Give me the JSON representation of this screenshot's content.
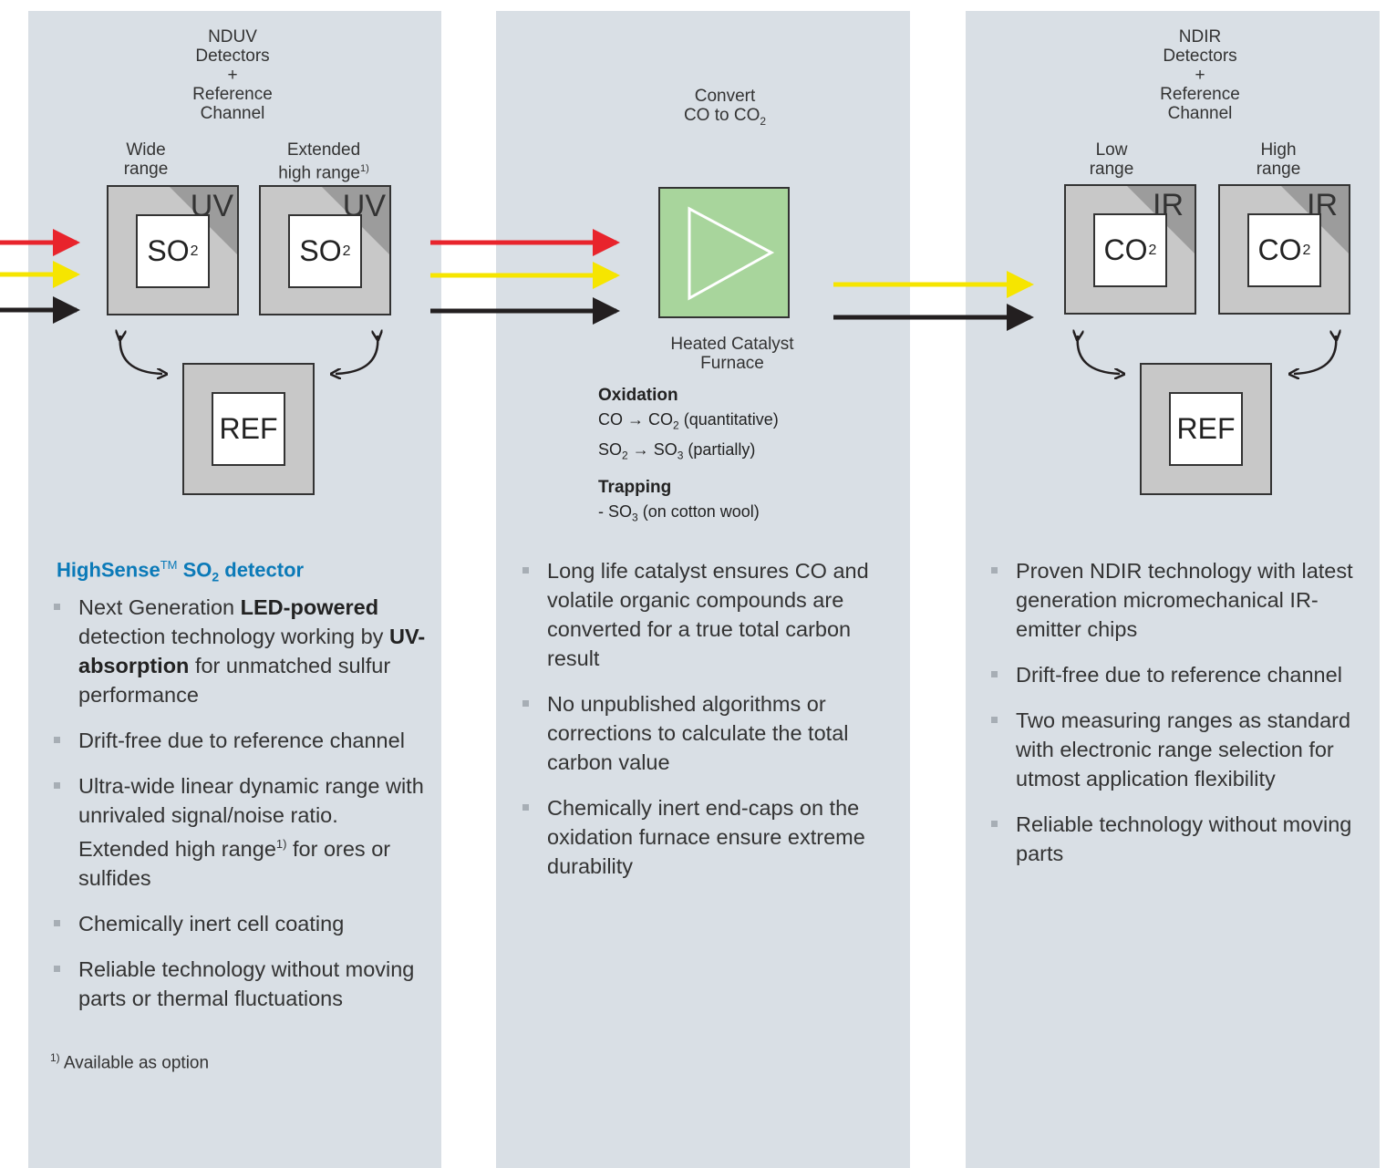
{
  "colors": {
    "panel": "#d9dfe5",
    "red_stream": "#e8242c",
    "yellow_stream": "#f6e500",
    "black_stream": "#231f20",
    "accent_title": "#0b7ab8",
    "furnace_green": "#a8d59c"
  },
  "panel_left": {
    "header": [
      "NDUV",
      "Detectors",
      "+",
      "Reference",
      "Channel"
    ],
    "detector1_label": [
      "Wide",
      "range"
    ],
    "detector2_label": [
      "Extended",
      "high range"
    ],
    "detector2_sup": "1)",
    "corner_label": "UV",
    "cell_main": "SO",
    "cell_sub": "2",
    "ref_label": "REF",
    "title_pre": "HighSense",
    "title_tm": "TM",
    "title_so": " SO",
    "title_sub": "2",
    "title_post": " detector",
    "bullet1_a": "Next Generation ",
    "bullet1_b": "LED-powered",
    "bullet1_c": " detection technology working by ",
    "bullet1_d": "UV-absorption",
    "bullet1_e": " for unmatched sulfur performance",
    "bullet2": "Drift-free due to reference channel",
    "bullet3_a": "Ultra-wide linear dynamic range with unrivaled signal/noise ratio. Extended high range",
    "bullet3_sup": "1)",
    "bullet3_b": " for ores or sulfides",
    "bullet4": "Chemically inert cell coating",
    "bullet5": "Reliable technology without moving parts or thermal fluctuations",
    "footnote_sup": "1)",
    "footnote_text": " Available as option"
  },
  "panel_middle": {
    "header_line1": "Convert",
    "header_line2": "CO to CO",
    "header_sub": "2",
    "furnace_label": [
      "Heated Catalyst",
      "Furnace"
    ],
    "oxidation_title": "Oxidation",
    "ox_line1_a": "CO  → CO",
    "ox_line1_sub": "2",
    "ox_line1_b": " (quantitative)",
    "ox_line2_a": "SO",
    "ox_line2_sub1": "2",
    "ox_line2_b": " → SO",
    "ox_line2_sub2": "3",
    "ox_line2_c": " (partially)",
    "trapping_title": "Trapping",
    "trap_a": " - SO",
    "trap_sub": "3",
    "trap_b": " (on cotton wool)",
    "bullets": [
      "Long life catalyst ensures CO and volatile organic compounds are converted for a true total carbon result",
      "No unpublished algorithms or corrections to calculate the total carbon value",
      "Chemically inert end-caps on the oxidation furnace ensure extreme durability"
    ]
  },
  "panel_right": {
    "header": [
      "NDIR",
      "Detectors",
      "+",
      "Reference",
      "Channel"
    ],
    "detector1_label": [
      "Low",
      "range"
    ],
    "detector2_label": [
      "High",
      "range"
    ],
    "corner_label": "IR",
    "cell_main": "CO",
    "cell_sub": "2",
    "ref_label": "REF",
    "bullets": [
      "Proven NDIR technology with latest generation micromechanical IR-emitter chips",
      "Drift-free due to reference channel",
      "Two measuring ranges as standard with electronic range selection for utmost application flexibility",
      "Reliable technology without moving parts"
    ]
  }
}
